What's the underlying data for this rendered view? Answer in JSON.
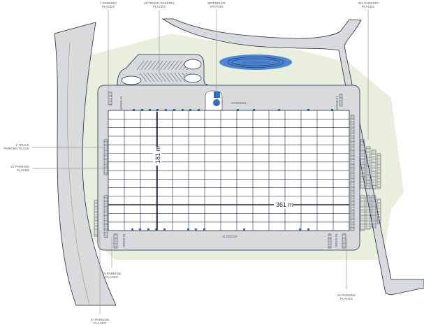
{
  "labels": {
    "top_left_parking": [
      "7 PARKING",
      "PLACES"
    ],
    "truck_parking": [
      "29 TRUCK PARKING",
      "PLACES"
    ],
    "sprinkler": [
      "SPRINKLER",
      "STATION"
    ],
    "top_right_parking": [
      "322 PARKING",
      "PLACES"
    ],
    "left_truck": [
      "1 TRUCK",
      "PARKING PLACE"
    ],
    "left_parking": [
      "22 PARKING",
      "PLACES"
    ],
    "bottom_left_parking": [
      "15 PARKING",
      "PLACES"
    ],
    "bottom_left_far_parking": [
      "47 PARKING",
      "PLACES"
    ],
    "bottom_right_parking": [
      "15 PARKING",
      "PLACES"
    ],
    "retention_pond": "RETENTION POND",
    "top_docks": "12 DOCKS",
    "bottom_docks": "11 DOCKS",
    "drive_in": "DRIVE-IN",
    "width_dim": "361 m",
    "depth_dim": "181 m"
  },
  "colors": {
    "road": "#d9dadc",
    "outline": "#1e2a44",
    "green": "#e9eedd",
    "pond": "#4a86d8",
    "dock": "#2f5d9a"
  }
}
